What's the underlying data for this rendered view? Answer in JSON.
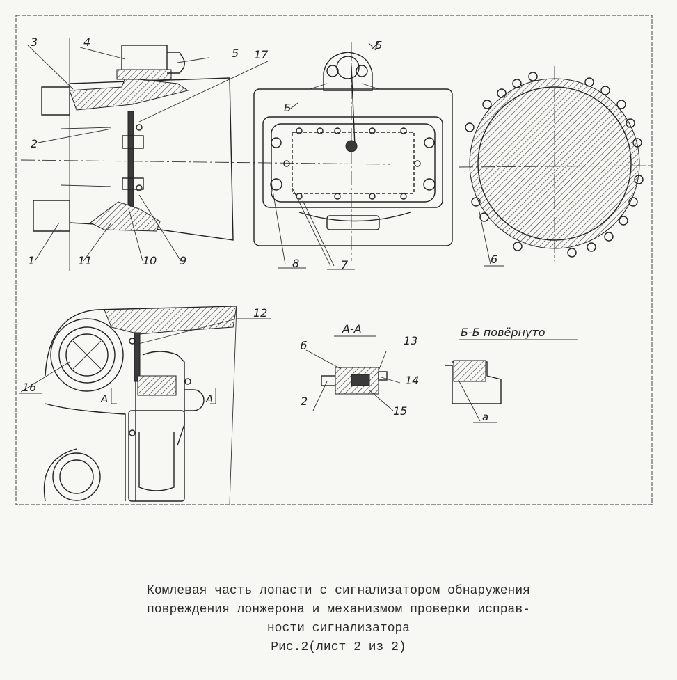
{
  "caption": {
    "line1": "Комлевая часть лопасти с сигнализатором обнаружения",
    "line2": "повреждения лонжерона и механизмом проверки исправ-",
    "line3": "ности сигнализатора",
    "line4": "Рис.2(лист 2 из 2)"
  },
  "views": {
    "section_aa": "А-А",
    "section_bb": "Б-Б повёрнуто",
    "mark_b": "Б",
    "mark_a": "А"
  },
  "callouts": {
    "n1": "1",
    "n2": "2",
    "n3": "3",
    "n4": "4",
    "n5": "5",
    "n6": "6",
    "n7": "7",
    "n8": "8",
    "n9": "9",
    "n10": "10",
    "n11": "11",
    "n12": "12",
    "n13": "13",
    "n14": "14",
    "n15": "15",
    "n16": "16",
    "n17": "17",
    "n2b": "2",
    "letter_b": "б",
    "letter_a": "а"
  },
  "colors": {
    "ink": "#222222",
    "paper": "#f7f7f4"
  }
}
